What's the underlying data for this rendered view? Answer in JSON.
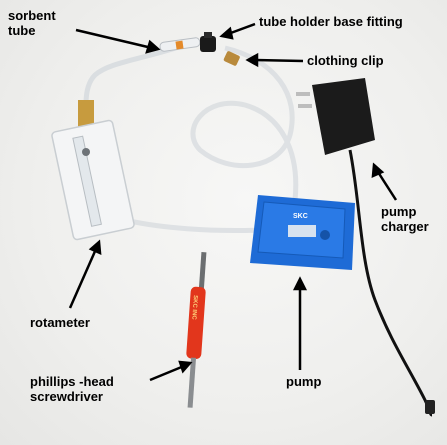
{
  "labels": {
    "sorbent_tube": "sorbent\ntube",
    "tube_holder_base_fitting": "tube holder base fitting",
    "clothing_clip": "clothing clip",
    "pump_charger": "pump\ncharger",
    "rotameter": "rotameter",
    "phillips_head_screwdriver": "phillips -head\nscrewdriver",
    "pump": "pump"
  },
  "device_texts": {
    "pump_face_text": "SKC",
    "screwdriver_handle_text": "SKC INC"
  },
  "colors": {
    "pump_blue": "#1e6bd6",
    "screwdriver_red": "#e2361c",
    "charger_black": "#1b1b1b",
    "tubing": "#dfe3e6"
  }
}
